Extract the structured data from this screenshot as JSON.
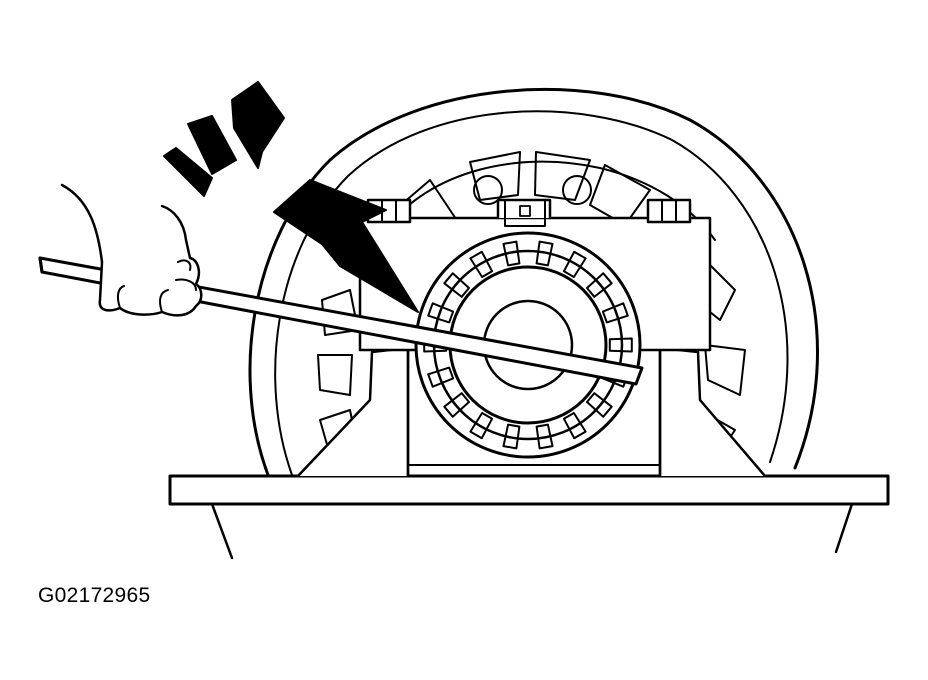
{
  "figure": {
    "caption": "G02172965",
    "style": "black line drawing on white",
    "line_color": "#000000",
    "background_color": "#ffffff"
  },
  "illustration": {
    "parts": [
      "ring-gear",
      "pedestal-stand",
      "bearing-cap-bolts",
      "slotted-rotor-ring",
      "rod",
      "hand",
      "arrow-indicator",
      "impact-marks"
    ]
  }
}
